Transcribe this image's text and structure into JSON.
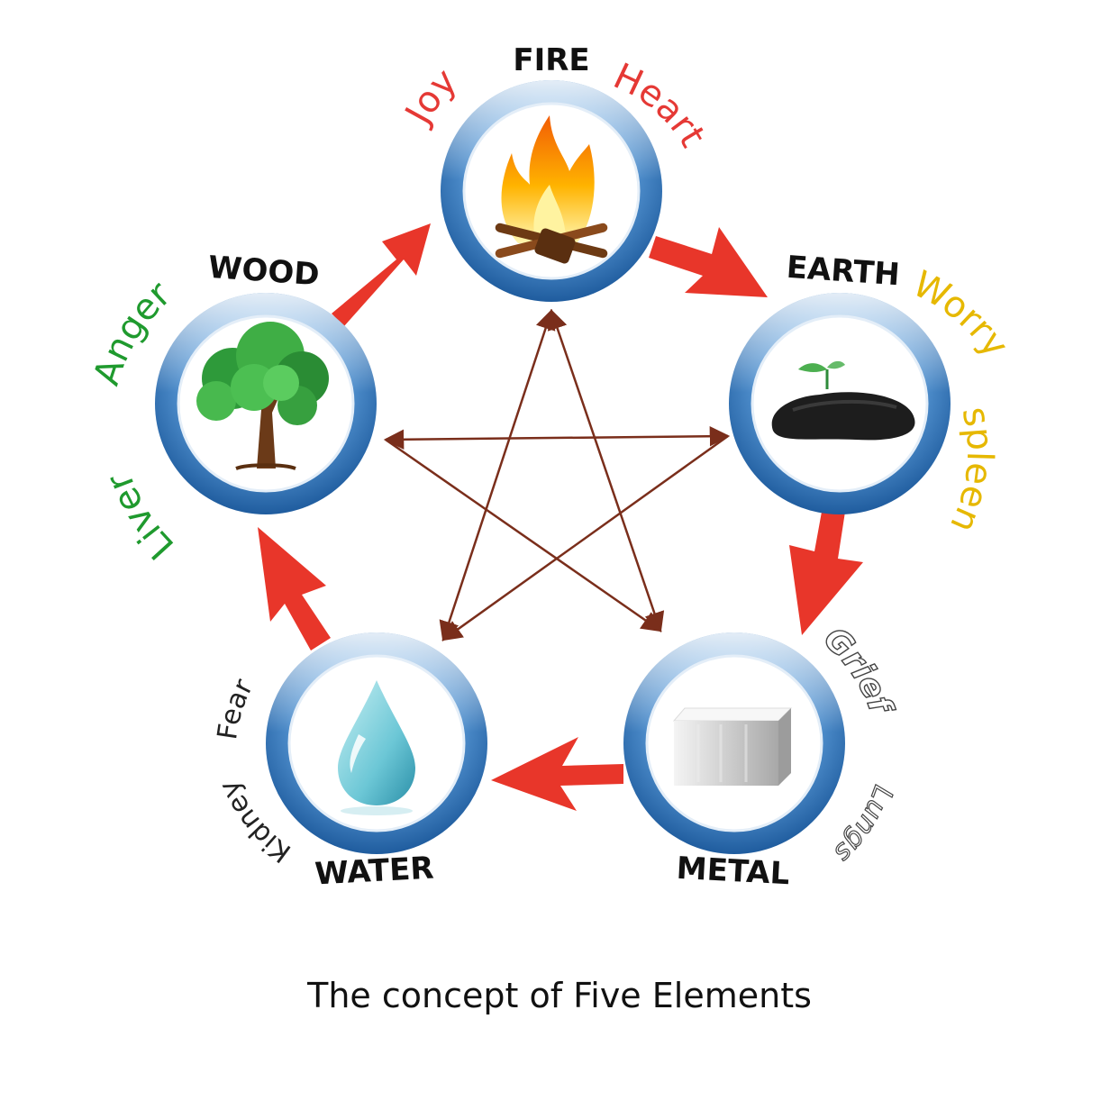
{
  "caption": "The concept of Five Elements",
  "elements": {
    "fire": {
      "name": "FIRE",
      "emotion": "Joy",
      "organ": "Heart",
      "color": "#e53935",
      "icon": "flame-icon"
    },
    "earth": {
      "name": "EARTH",
      "emotion": "Worry",
      "organ": "spleen",
      "color": "#e6b800",
      "icon": "rock-sprout-icon"
    },
    "metal": {
      "name": "METAL",
      "emotion": "Grief",
      "organ": "Lungs",
      "color": "#444444",
      "icon": "metal-block-icon"
    },
    "water": {
      "name": "WATER",
      "emotion": "Fear",
      "organ": "Kidney",
      "color": "#222222",
      "icon": "water-drop-icon"
    },
    "wood": {
      "name": "WOOD",
      "emotion": "Anger",
      "organ": "Liver",
      "color": "#1f9a2e",
      "icon": "tree-icon"
    }
  },
  "colors": {
    "generating_arrow": "#e8362a",
    "controlling_star": "#7a2e1b",
    "ring_blue": "#3d7fc4"
  }
}
